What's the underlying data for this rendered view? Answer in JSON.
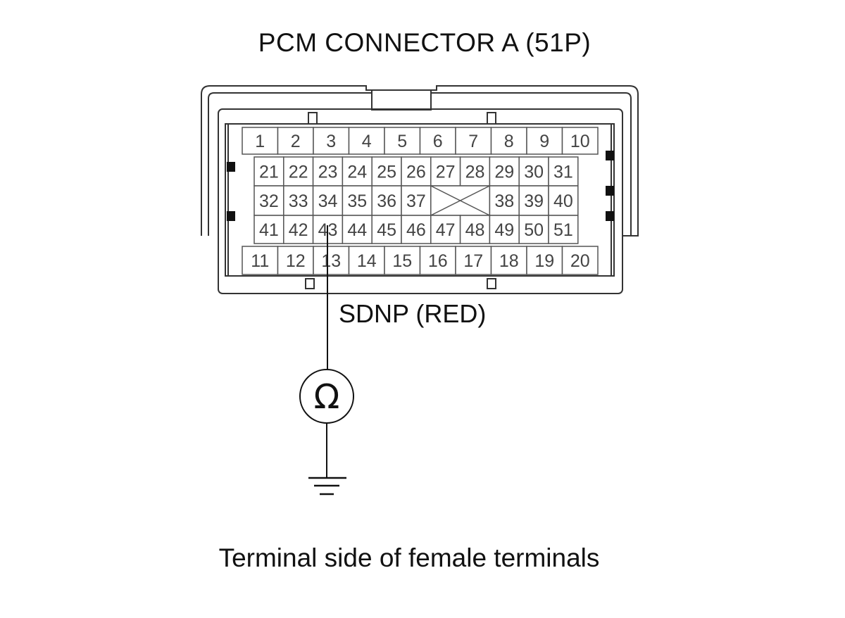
{
  "title": "PCM CONNECTOR A (51P)",
  "wire_label": "SDNP (RED)",
  "caption": "Terminal side of female terminals",
  "meter_symbol": "Ω",
  "connector": {
    "rows": [
      [
        "1",
        "2",
        "3",
        "4",
        "5",
        "6",
        "7",
        "8",
        "9",
        "10"
      ],
      [
        "21",
        "22",
        "23",
        "24",
        "25",
        "26",
        "27",
        "28",
        "29",
        "30",
        "31"
      ],
      [
        "32",
        "33",
        "34",
        "35",
        "36",
        "37",
        "",
        "38",
        "39",
        "40"
      ],
      [
        "41",
        "42",
        "43",
        "44",
        "45",
        "46",
        "47",
        "48",
        "49",
        "50",
        "51"
      ],
      [
        "11",
        "12",
        "13",
        "14",
        "15",
        "16",
        "17",
        "18",
        "19",
        "20"
      ]
    ],
    "probed_terminal": "43"
  },
  "colors": {
    "line": "#111111",
    "cell_text": "#444444",
    "cell_border": "#555555"
  }
}
